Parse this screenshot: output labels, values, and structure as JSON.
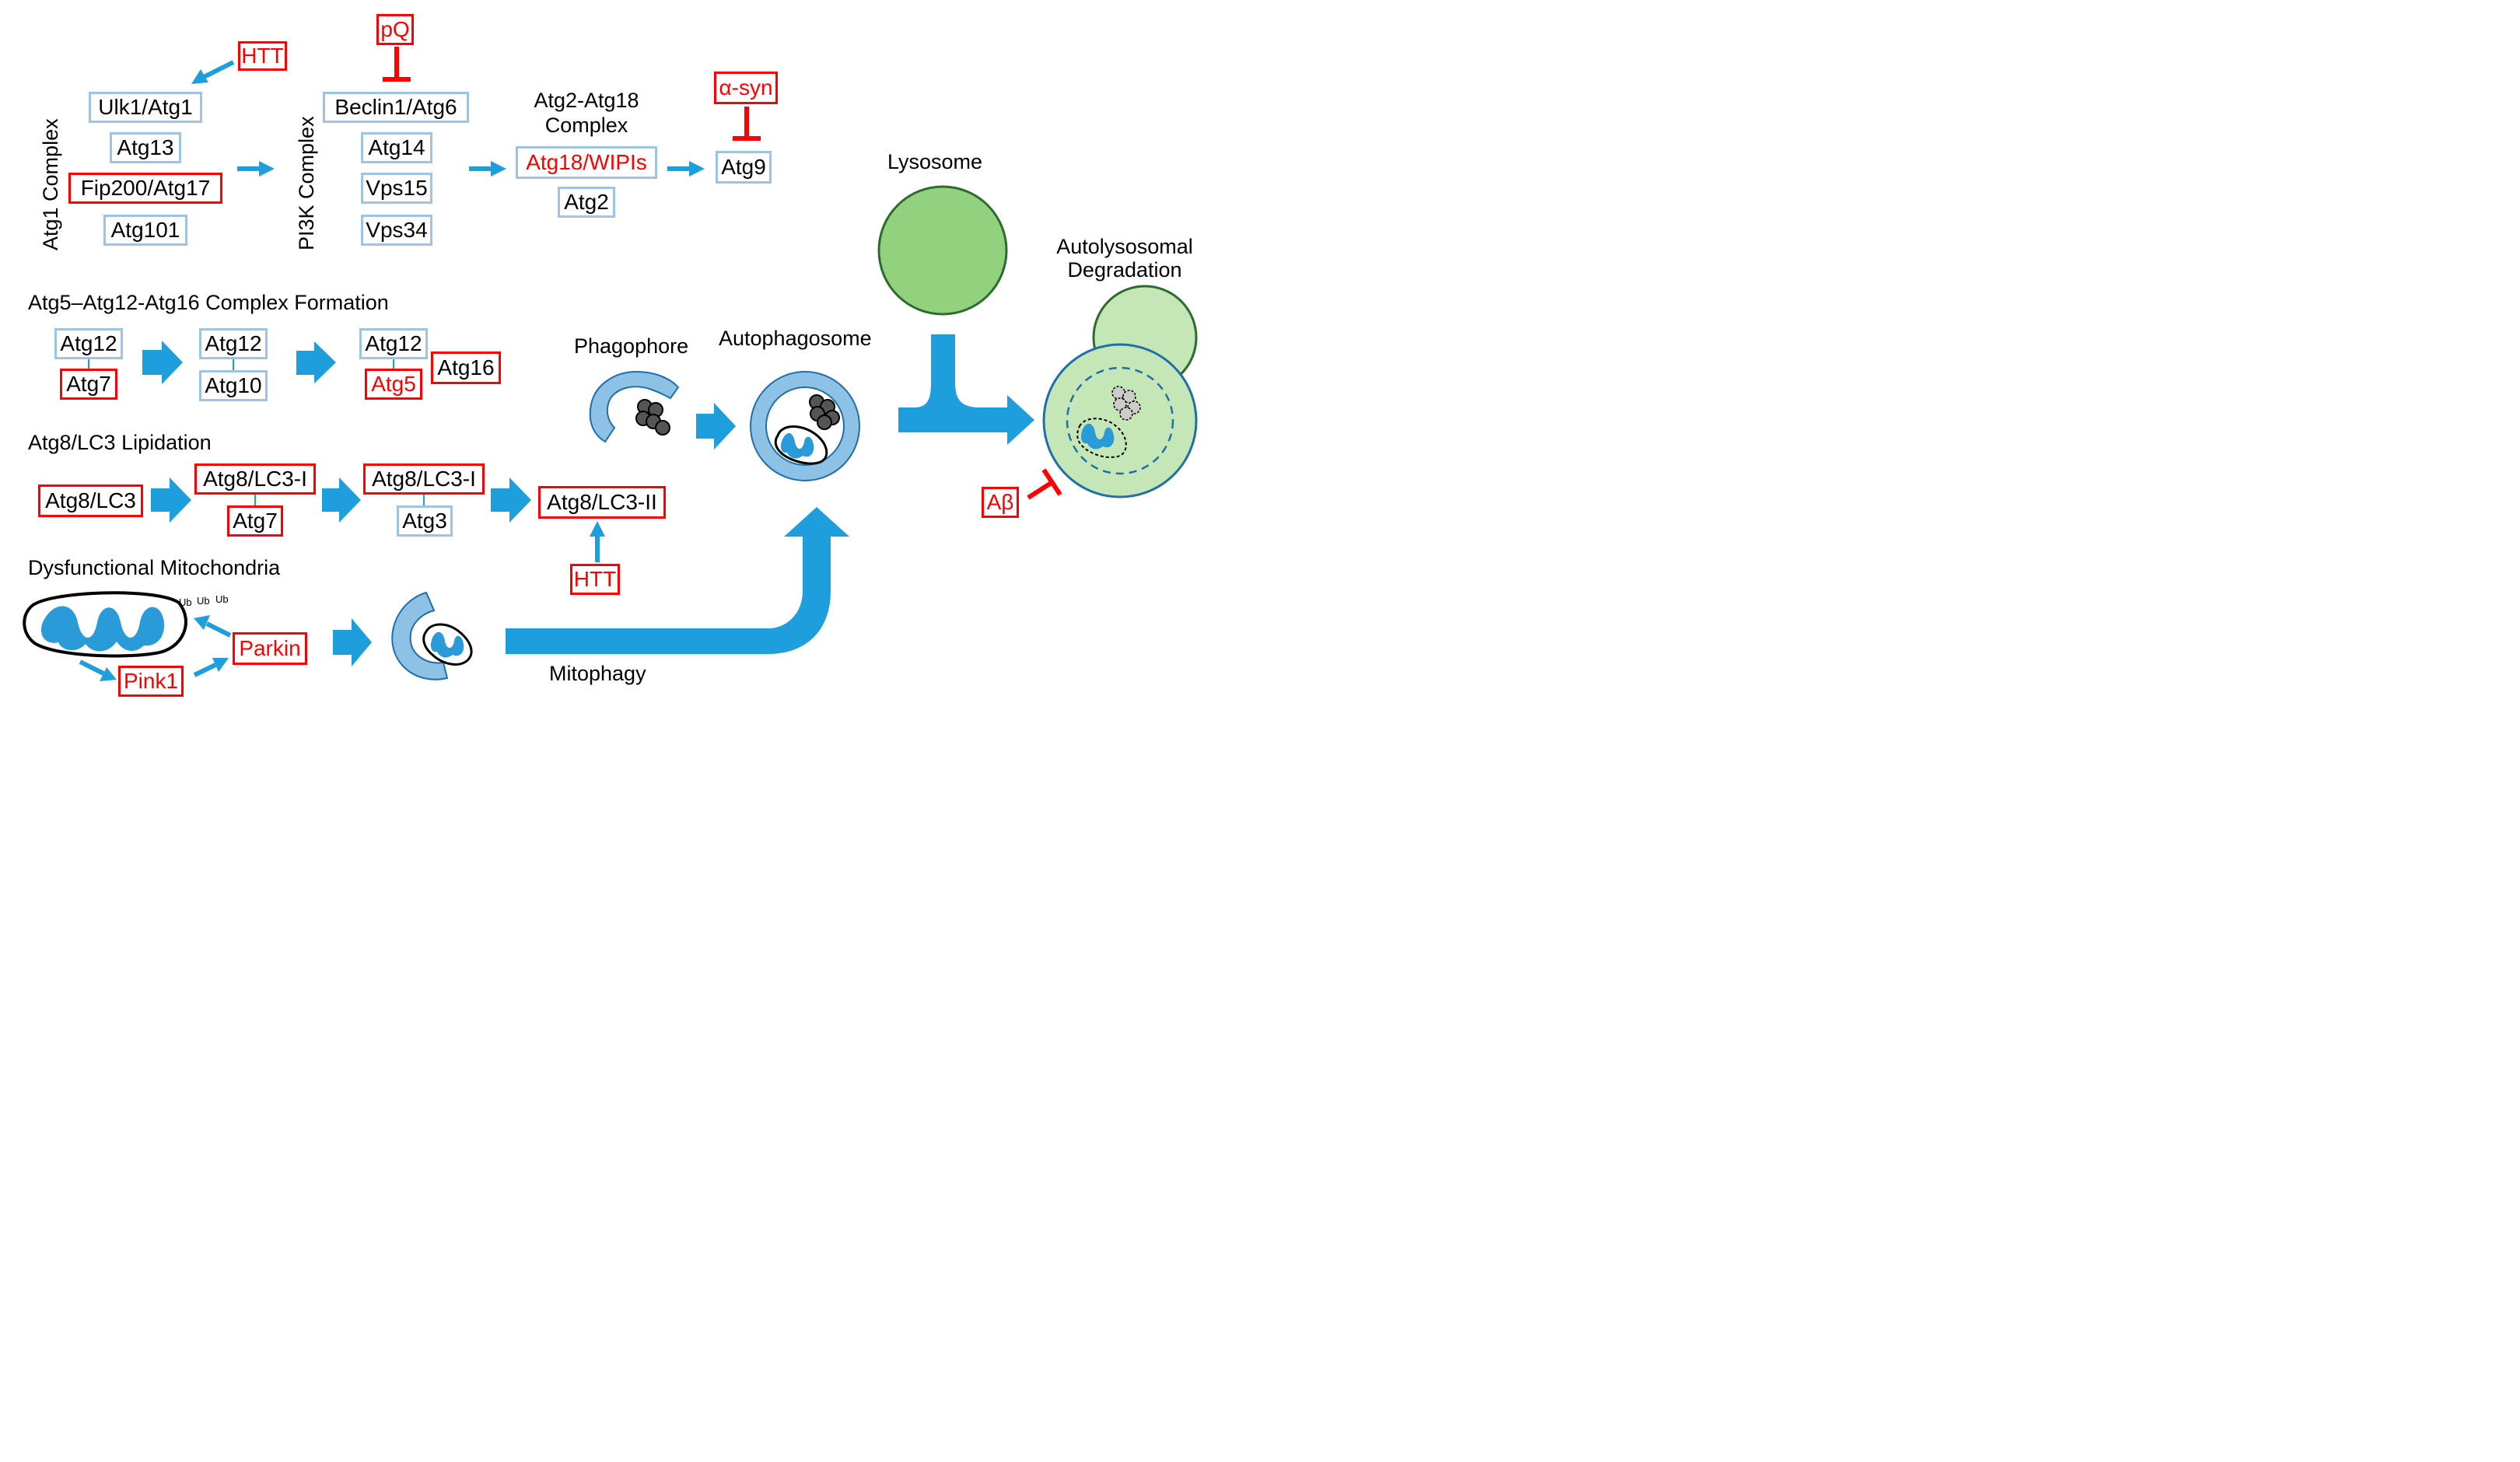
{
  "colors": {
    "arrow_blue": "#1f9ede",
    "box_blue_border": "#9dc3e6",
    "inhibitor_red": "#ff0000",
    "lysosome_green": "#92d17d",
    "lysosome_border": "#2e6b2e",
    "autolysosome_light_green": "#c5e6b7",
    "membrane_blue": "#8ec1e6",
    "mito_blue": "#2a9ad8"
  },
  "top_row": {
    "atg1_complex": {
      "title": "Atg1 Complex",
      "members": [
        {
          "label": "Ulk1/Atg1",
          "highlight": false
        },
        {
          "label": "Atg13",
          "highlight": false
        },
        {
          "label": "Fip200/Atg17",
          "highlight": true
        },
        {
          "label": "Atg101",
          "highlight": false
        }
      ],
      "modulator": "HTT"
    },
    "pi3k_complex": {
      "title": "PI3K Complex",
      "members": [
        {
          "label": "Beclin1/Atg6",
          "highlight": false
        },
        {
          "label": "Atg14",
          "highlight": false
        },
        {
          "label": "Vps15",
          "highlight": false
        },
        {
          "label": "Vps34",
          "highlight": false
        }
      ],
      "inhibitor": "pQ"
    },
    "atg2_atg18_complex": {
      "title_line1": "Atg2-Atg18",
      "title_line2": "Complex",
      "members": [
        {
          "label": "Atg18/WIPIs",
          "highlight": true
        },
        {
          "label": "Atg2",
          "highlight": false
        }
      ]
    },
    "atg9": {
      "label": "Atg9",
      "inhibitor": "α-syn"
    }
  },
  "atg5_section": {
    "title": "Atg5–Atg12-Atg16 Complex Formation",
    "pair1": {
      "top": "Atg12",
      "bottom": "Atg7"
    },
    "pair2": {
      "top": "Atg12",
      "bottom": "Atg10"
    },
    "pair3": {
      "top": "Atg12",
      "bottom": "Atg5",
      "side": "Atg16"
    }
  },
  "lc3_section": {
    "title": "Atg8/LC3 Lipidation",
    "start": "Atg8/LC3",
    "pair1": {
      "top": "Atg8/LC3-I",
      "bottom": "Atg7"
    },
    "pair2": {
      "top": "Atg8/LC3-I",
      "bottom": "Atg3"
    },
    "end": "Atg8/LC3-II",
    "modulator": "HTT"
  },
  "mito_section": {
    "title": "Dysfunctional Mitochondria",
    "ub_label": "Ub",
    "pink1": "Pink1",
    "parkin": "Parkin",
    "mitophagy": "Mitophagy"
  },
  "structures": {
    "phagophore": "Phagophore",
    "autophagosome": "Autophagosome",
    "lysosome": "Lysosome",
    "degradation_line1": "Autolysosomal",
    "degradation_line2": "Degradation",
    "inhibitor": "Aβ"
  }
}
